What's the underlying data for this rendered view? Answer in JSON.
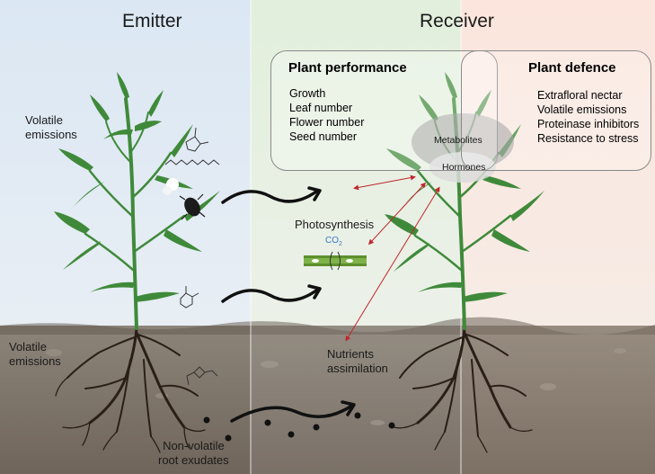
{
  "panels": {
    "emitter": "Emitter",
    "receiver": "Receiver"
  },
  "emitter": {
    "volatile_top": [
      "Volatile",
      "emissions"
    ],
    "volatile_root": [
      "Volatile",
      "emissions"
    ],
    "nonvolatile": [
      "Non-volatile",
      "root exudates"
    ]
  },
  "performance": {
    "title": "Plant performance",
    "items": [
      "Growth",
      "Leaf number",
      "Flower number",
      "Seed number"
    ]
  },
  "defence": {
    "title": "Plant defence",
    "items": [
      "Extrafloral nectar",
      "Volatile emissions",
      "Proteinase inhibitors",
      "Resistance to stress"
    ]
  },
  "metabolites": "Metabolites",
  "hormones": "Hormones",
  "photosynthesis": "Photosynthesis",
  "co2": "CO",
  "co2_sub": "2",
  "nutrients": [
    "Nutrients",
    "assimilation"
  ],
  "colors": {
    "leaf": "#3f8a3a",
    "root": "#2a1f17",
    "soil": "#7e7368",
    "arrow": "#c0262b",
    "sky_left": "#dde8f3",
    "sky_mid": "#e6f0df",
    "sky_right": "#f9e8df"
  }
}
